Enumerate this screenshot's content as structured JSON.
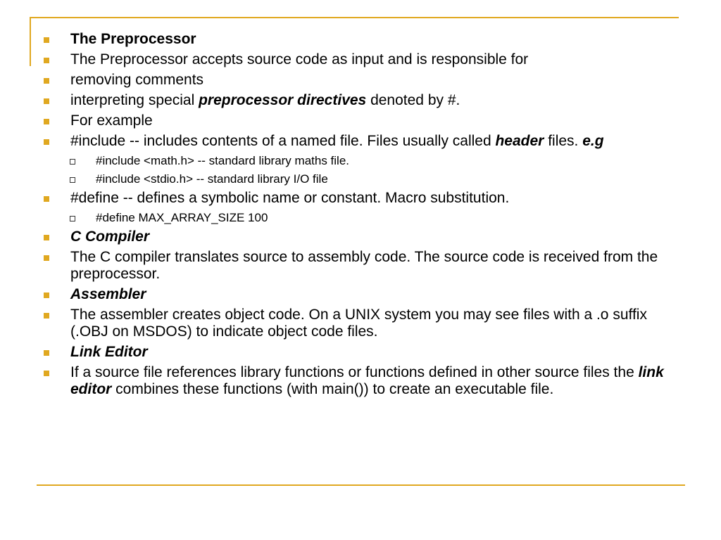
{
  "colors": {
    "accent": "#e0a820",
    "text": "#000000",
    "background": "#ffffff"
  },
  "items": [
    {
      "level": 1,
      "parts": [
        {
          "text": "The Preprocessor",
          "style": "b"
        }
      ]
    },
    {
      "level": 1,
      "parts": [
        {
          "text": "The Preprocessor accepts source code as input and is responsible for",
          "style": ""
        }
      ]
    },
    {
      "level": 1,
      "parts": [
        {
          "text": "removing comments",
          "style": ""
        }
      ]
    },
    {
      "level": 1,
      "parts": [
        {
          "text": "interpreting special ",
          "style": ""
        },
        {
          "text": "preprocessor directives",
          "style": "bi"
        },
        {
          "text": " denoted by #.",
          "style": ""
        }
      ]
    },
    {
      "level": 1,
      "parts": [
        {
          "text": "For example",
          "style": ""
        }
      ]
    },
    {
      "level": 1,
      "parts": [
        {
          "text": "#include -- includes contents of a named file. Files usually called ",
          "style": ""
        },
        {
          "text": "header",
          "style": "bi"
        },
        {
          "text": " files. ",
          "style": ""
        },
        {
          "text": "e.g",
          "style": "bi"
        }
      ]
    },
    {
      "level": 2,
      "parts": [
        {
          "text": "#include <math.h> -- standard library maths file.",
          "style": ""
        }
      ]
    },
    {
      "level": 2,
      "parts": [
        {
          "text": "#include <stdio.h> -- standard library I/O file",
          "style": ""
        }
      ]
    },
    {
      "level": 1,
      "parts": [
        {
          "text": "#define -- defines a symbolic name or constant. Macro substitution.",
          "style": ""
        }
      ]
    },
    {
      "level": 2,
      "parts": [
        {
          "text": "#define MAX_ARRAY_SIZE 100",
          "style": ""
        }
      ]
    },
    {
      "level": 1,
      "parts": [
        {
          "text": "C Compiler",
          "style": "bi"
        }
      ]
    },
    {
      "level": 1,
      "parts": [
        {
          "text": "The C compiler translates source to assembly code. The source code is received from the preprocessor.",
          "style": ""
        }
      ]
    },
    {
      "level": 1,
      "parts": [
        {
          "text": "Assembler",
          "style": "bi"
        }
      ]
    },
    {
      "level": 1,
      "parts": [
        {
          "text": "The assembler creates object code. On a UNIX system you may see files with a .o suffix (.OBJ on MSDOS) to indicate object code files.",
          "style": ""
        }
      ]
    },
    {
      "level": 1,
      "parts": [
        {
          "text": "Link Editor",
          "style": "bi"
        }
      ]
    },
    {
      "level": 1,
      "parts": [
        {
          "text": "If a source file references library functions or functions defined in other source files the ",
          "style": ""
        },
        {
          "text": "link editor",
          "style": "bi"
        },
        {
          "text": " combines these functions (with main()) to create an executable file.",
          "style": ""
        }
      ]
    }
  ]
}
